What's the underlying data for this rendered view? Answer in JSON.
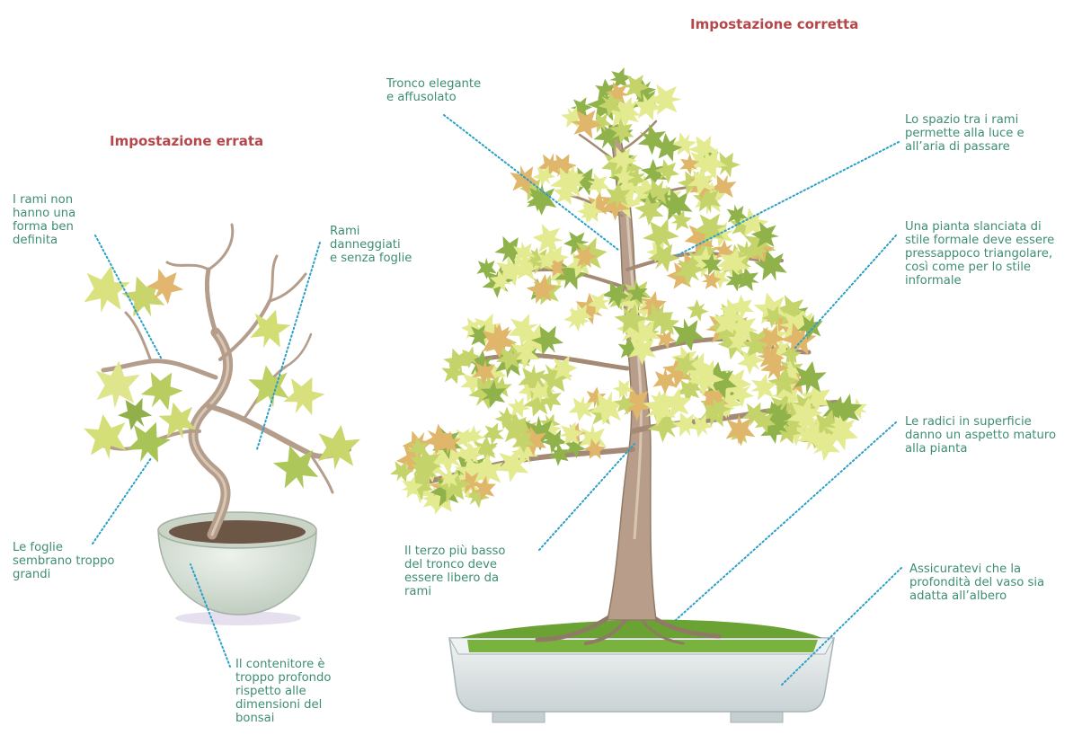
{
  "headings": {
    "wrong": "Impostazione errata",
    "correct": "Impostazione corretta"
  },
  "wrong_notes": {
    "branches_shape": "I rami non\nhanno una\nforma ben\ndefinita",
    "damaged_branches": "Rami\ndanneggiati\ne senza foglie",
    "leaves_too_big": "Le foglie\nsembrano troppo\ngrandi",
    "pot_too_deep": "Il contenitore è\ntroppo profondo\nrispetto alle\ndimensioni del\nbonsai"
  },
  "correct_notes": {
    "trunk": "Tronco elegante\ne affusolato",
    "branch_spacing": "Lo spazio tra i rami\npermette alla luce e\nall’aria di passare",
    "triangular_shape": "Una pianta slanciata di\nstile formale deve essere\npressappoco triangolare,\ncosì come per lo stile\ninformale",
    "surface_roots": "Le radici in superficie\ndanno un aspetto maturo\nalla pianta",
    "lower_third": "Il terzo più basso\ndel tronco deve\nessere libero da\nrami",
    "pot_depth": "Assicuratevi che la\nprofondità del vaso sia\nadatta all’albero"
  },
  "colors": {
    "heading": "#b4474a",
    "note_text": "#3f8d76",
    "leader_line": "#2aa0c8",
    "leaf_light": "#e3ea8f",
    "leaf_mid": "#c4d46a",
    "leaf_dark": "#8fb24a",
    "leaf_warm": "#e0b76a",
    "trunk": "#b89e8a",
    "pot": "#d9e2d6",
    "moss": "#72a83a"
  }
}
